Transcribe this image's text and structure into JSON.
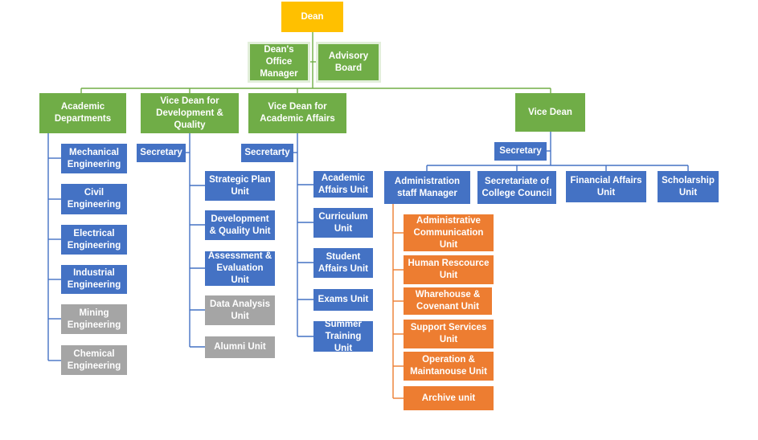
{
  "colors": {
    "dean": "#ffc000",
    "senior": "#70ad47",
    "unit": "#4472c4",
    "inactive": "#a5a5a5",
    "admin_unit": "#ed7d31",
    "connector_top": "#70ad47",
    "connector_unit": "#4472c4",
    "connector_admin": "#ed7d31"
  },
  "dean": "Dean",
  "office": {
    "manager": "Dean's\nOffice\nManager",
    "advisory": "Advisory\nBoard"
  },
  "columns": {
    "academic_departments": {
      "title": "Academic\nDepartments",
      "items": [
        "Mechanical\nEngineering",
        "Civil\nEngineering",
        "Electrical\nEngineering",
        "Industrial\nEngineering",
        "Mining\nEngineering",
        "Chemical\nEngineering"
      ]
    },
    "vd_development": {
      "title": "Vice Dean for\nDevelopment &\nQuality",
      "secretary": "Secretary",
      "items": [
        "Strategic Plan\nUnit",
        "Development\n& Quality Unit",
        "Assessment &\nEvaluation  Unit",
        "Data Analysis\nUnit",
        "Alumni Unit"
      ]
    },
    "vd_academic": {
      "title": "Vice Dean for\nAcademic Affairs",
      "secretary": "Secretarty",
      "items": [
        "Academic\nAffairs Unit",
        "Curriculum\nUnit",
        "Student\nAffairs Unit",
        "Exams Unit",
        "Summer\nTraining Unit"
      ]
    },
    "vice_dean": {
      "title": "Vice Dean",
      "secretary": "Secretary",
      "units": [
        "Administration\nstaff Manager",
        "Secretariate of\nCollege Council",
        "Financial  Affairs\nUnit",
        "Scholarship\nUnit"
      ],
      "admin_items": [
        "Administrative\nCommunication\nUnit",
        "Human Rescource\nUnit",
        "Wharehouse &\nCovenant Unit",
        "Support Services\nUnit",
        "Operation &\nMaintanouse Unit",
        "Archive unit"
      ]
    }
  }
}
